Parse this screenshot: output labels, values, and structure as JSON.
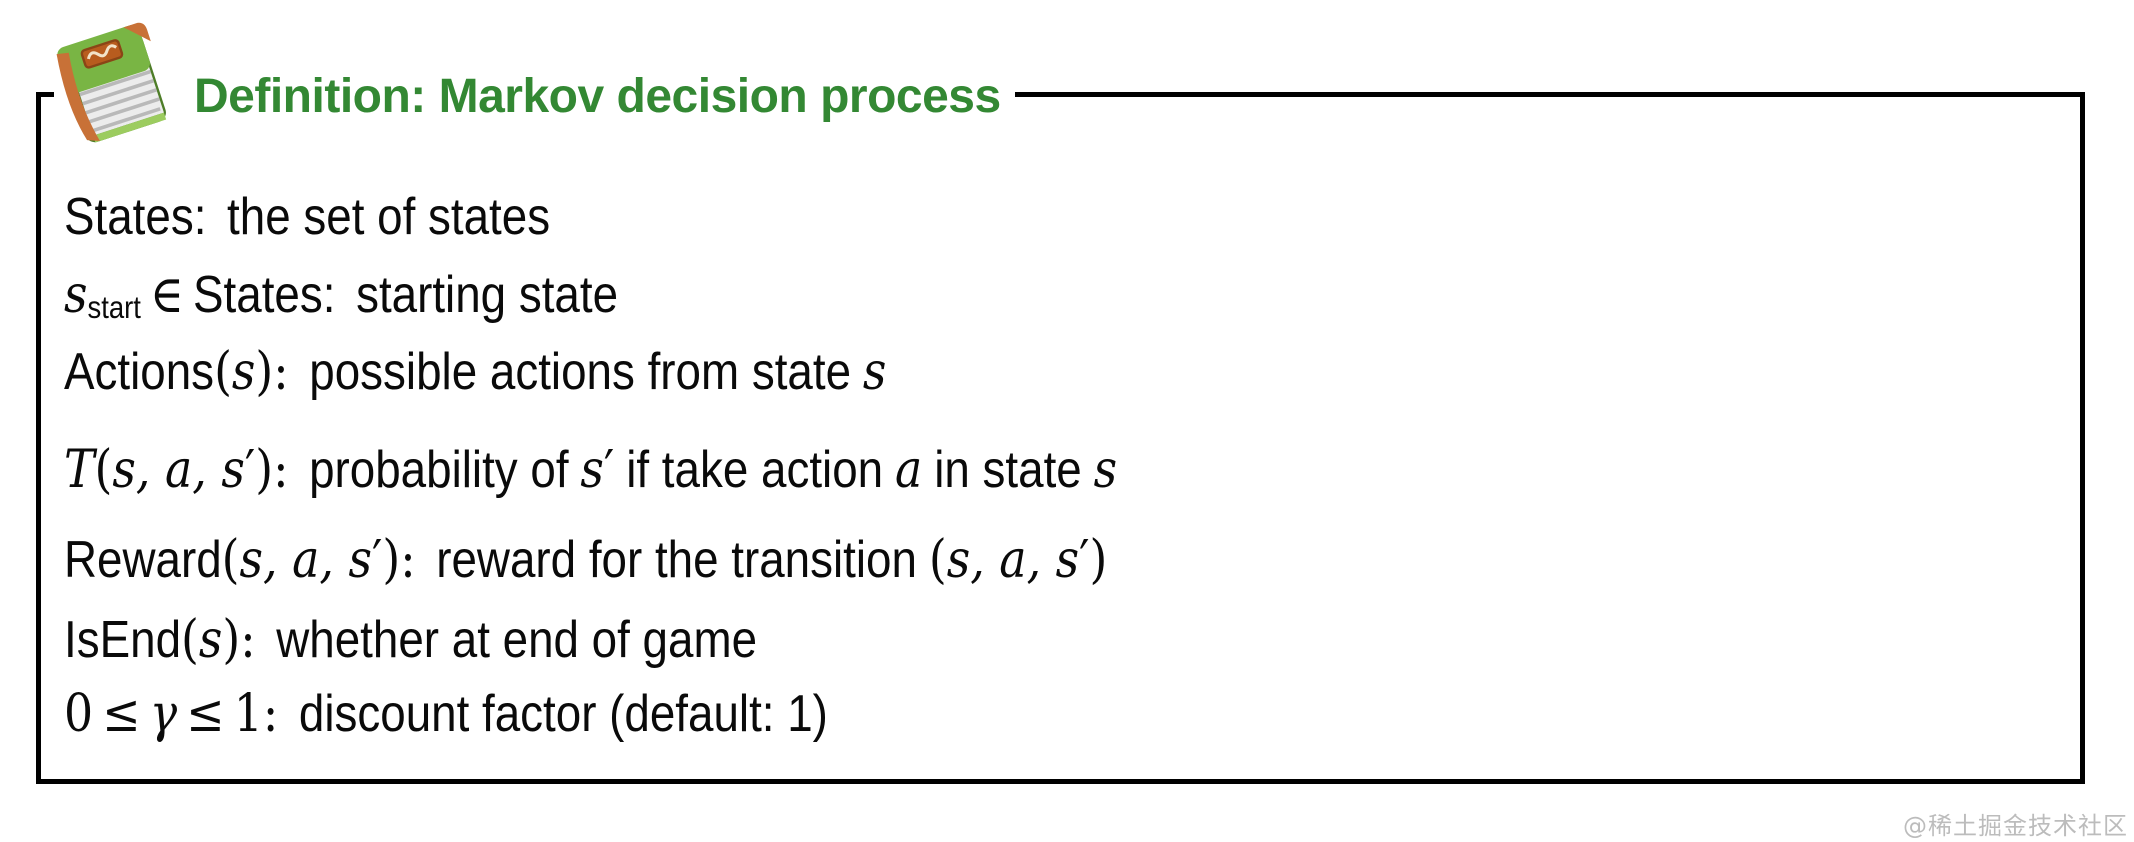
{
  "colors": {
    "title_green": "#338833",
    "border_black": "#000000",
    "body_text": "#0a0a0a",
    "watermark_gray": "#bcbcbc",
    "book_green": "#79b544",
    "book_orange": "#c87137"
  },
  "definition": {
    "icon": "green-book-icon",
    "title": "Definition: Markov decision process",
    "lines": [
      {
        "segments": [
          "States:",
          "the set of states"
        ]
      },
      {
        "segments": [
          "s",
          "start",
          "∈",
          "States:",
          "starting state"
        ]
      },
      {
        "segments": [
          "Actions",
          "(",
          "s",
          "):",
          "possible actions from state",
          "s"
        ]
      },
      {
        "segments": [
          "T",
          "(",
          "s, a, s",
          "′",
          "):",
          "probability of",
          "s",
          "′",
          "if take action",
          "a",
          "in state",
          "s"
        ]
      },
      {
        "segments": [
          "Reward",
          "(",
          "s, a, s",
          "′",
          "):",
          "reward for the transition",
          "(",
          "s, a, s",
          "′",
          ")"
        ]
      },
      {
        "segments": [
          "IsEnd",
          "(",
          "s",
          "):",
          "whether at end of game"
        ]
      },
      {
        "segments": [
          "0",
          "≤",
          "γ",
          "≤",
          "1:",
          "discount factor (default: 1)"
        ]
      }
    ]
  },
  "watermark": {
    "text": "@稀土掘金技术社区"
  }
}
